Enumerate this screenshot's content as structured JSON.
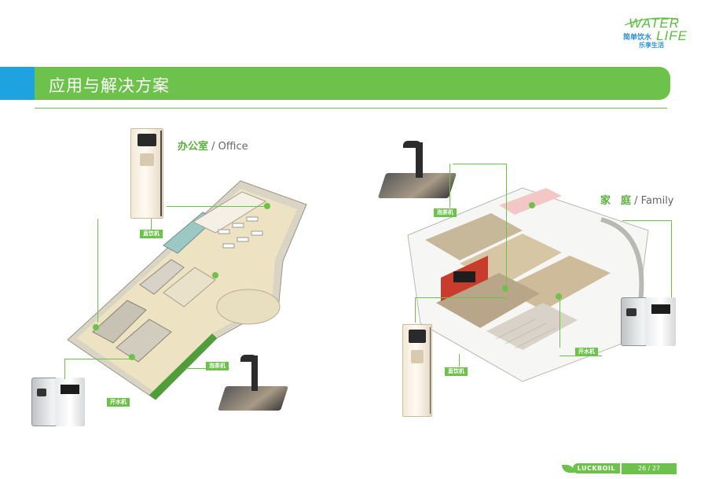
{
  "logo": {
    "word1": "WATER",
    "word2": "LIFE",
    "cn_line1": "简单饮水",
    "cn_line2": "乐享生活"
  },
  "header": {
    "title": "应用与解决方案"
  },
  "office": {
    "name_cn": "办公室",
    "name_en": "/ Office",
    "tag_dispenser": "直饮机",
    "tag_tea": "泡茶机",
    "tag_boiler": "开水机"
  },
  "family": {
    "name_cn": "家　庭",
    "name_en": "/ Family",
    "tag_tea": "泡茶机",
    "tag_boiler": "开水机",
    "tag_dispenser": "直饮机"
  },
  "footer": {
    "brand": "LUCKBOIL",
    "page": "26 / 27"
  },
  "colors": {
    "accent_green": "#6cc24a",
    "accent_blue": "#1fa3e0"
  }
}
